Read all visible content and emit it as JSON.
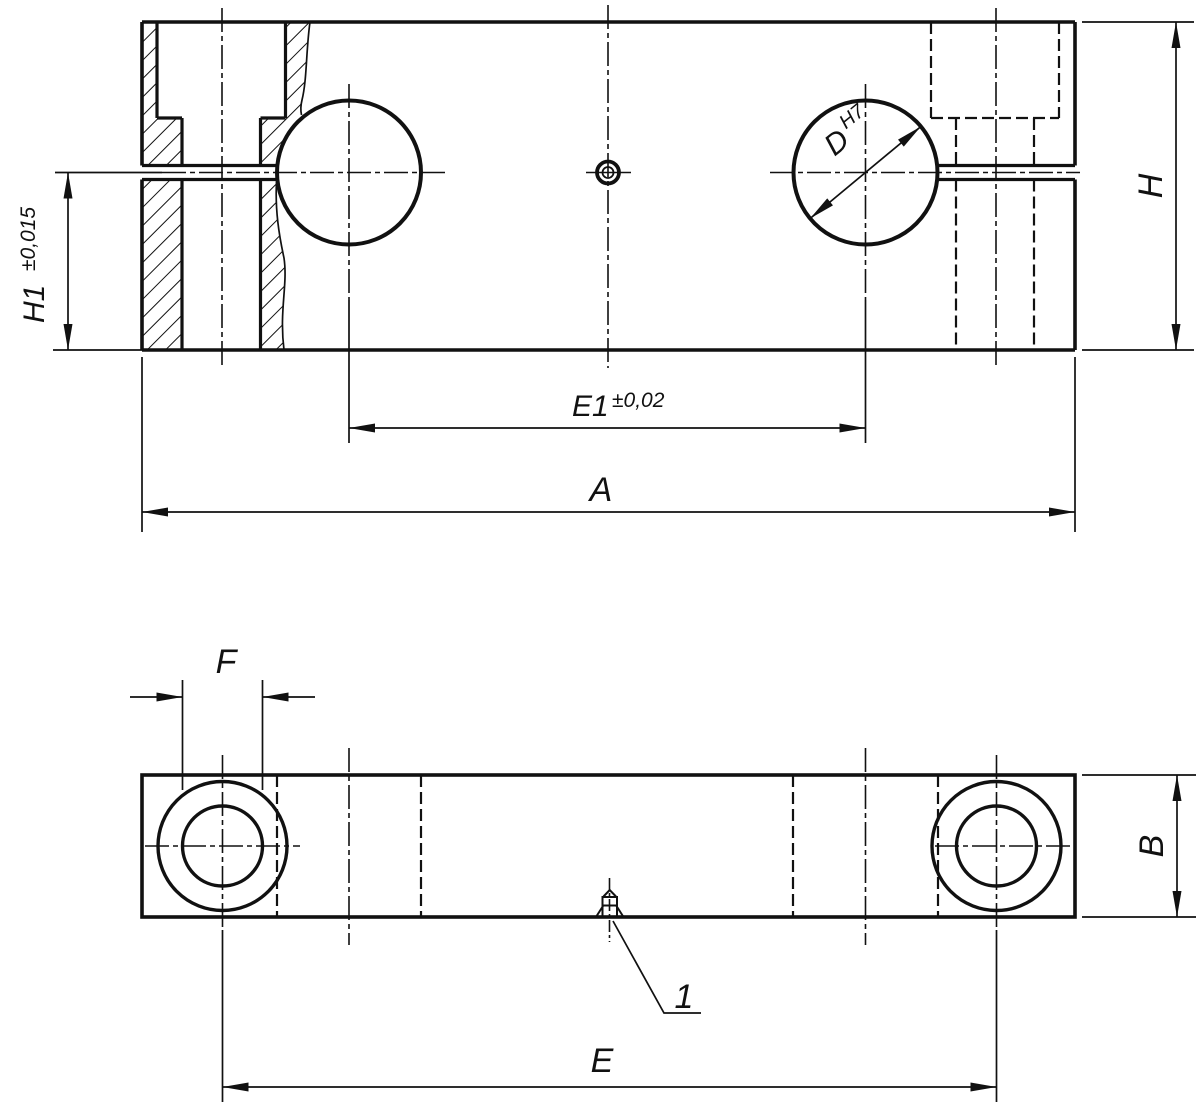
{
  "drawing": {
    "type": "two-view technical drawing of a clamping shaft block",
    "colors": {
      "line": "#111111",
      "background": "#ffffff"
    },
    "front_view": {
      "dim_center_height": {
        "label": "H1",
        "tolerance": "±0,015"
      },
      "dim_bore": {
        "label": "D",
        "fit": "H7"
      },
      "dim_bore_spacing": {
        "label": "E1",
        "tolerance": "±0,02"
      },
      "dim_length": {
        "label": "A"
      },
      "dim_height": {
        "label": "H"
      }
    },
    "bottom_view": {
      "dim_hole": {
        "label": "F"
      },
      "dim_hole_spacing": {
        "label": "E"
      },
      "dim_width": {
        "label": "B"
      },
      "callout_item": {
        "label": "1"
      }
    }
  }
}
